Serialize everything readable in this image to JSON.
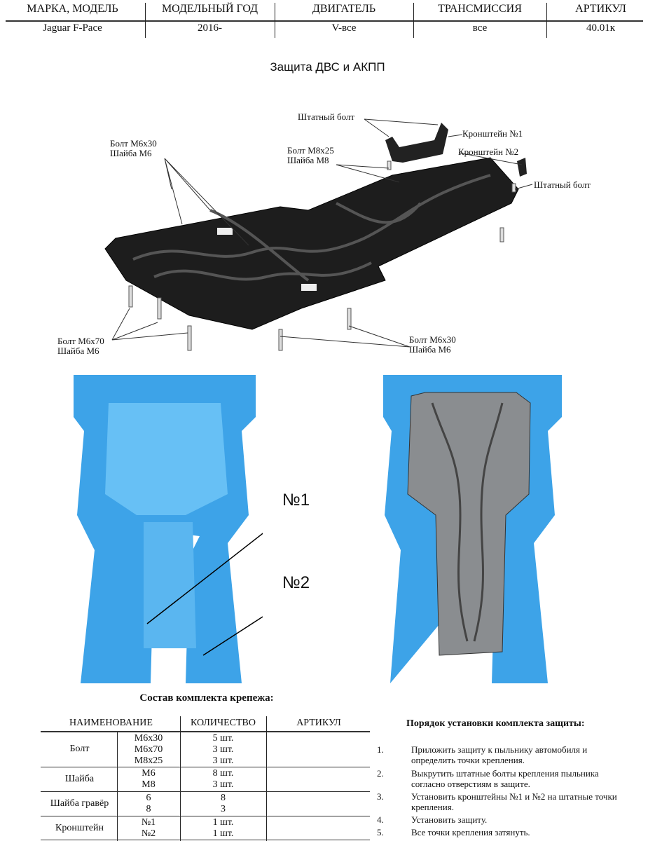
{
  "spec_table": {
    "headers": [
      "МАРКА, МОДЕЛЬ",
      "МОДЕЛЬНЫЙ ГОД",
      "ДВИГАТЕЛЬ",
      "ТРАНСМИССИЯ",
      "АРТИКУЛ"
    ],
    "values": [
      "Jaguar F-Pace",
      "2016-",
      "V-все",
      "все",
      "40.01к"
    ]
  },
  "title": "Защита ДВС и АКПП",
  "diagram_labels": {
    "stock_bolt_top": "Штатный болт",
    "bracket1": "Кронштейн №1",
    "bracket2": "Кронштейн №2",
    "stock_bolt_right": "Штатный болт",
    "bolt_m6x30_top": "Болт М6х30",
    "washer_m6_top": "Шайба М6",
    "bolt_m8x25": "Болт М8х25",
    "washer_m8": "Шайба М8",
    "bolt_m6x70": "Болт М6х70",
    "washer_m6_left": "Шайба М6",
    "bolt_m6x30_bottom": "Болт М6х30",
    "washer_m6_bottom": "Шайба М6"
  },
  "photo_labels": {
    "n1": "№1",
    "n2": "№2"
  },
  "fasteners": {
    "title": "Состав комплекта крепежа:",
    "headers": [
      "НАИМЕНОВАНИЕ",
      "КОЛИЧЕСТВО",
      "АРТИКУЛ"
    ],
    "groups": [
      {
        "name": "Болт",
        "sizes": [
          "М6х30",
          "М6х70",
          "М8х25"
        ],
        "qty": [
          "5 шт.",
          "3 шт.",
          "3 шт."
        ]
      },
      {
        "name": "Шайба",
        "sizes": [
          "М6",
          "М8"
        ],
        "qty": [
          "8 шт.",
          "3 шт."
        ]
      },
      {
        "name": "Шайба гравёр",
        "sizes": [
          "6",
          "8"
        ],
        "qty": [
          "8",
          "3"
        ]
      },
      {
        "name": "Кронштейн",
        "sizes": [
          "№1",
          "№2"
        ],
        "qty": [
          "1 шт.",
          "1 шт."
        ]
      }
    ]
  },
  "install": {
    "title": "Порядок установки комплекта защиты:",
    "steps": [
      {
        "n": "1.",
        "text": "Приложить защиту к пыльнику автомобиля и определить точки крепления."
      },
      {
        "n": "2.",
        "text": "Выкрутить штатные болты крепления пыльника согласно отверстиям в защите."
      },
      {
        "n": "3.",
        "text": "Установить кронштейны №1 и №2 на штатные точки крепления."
      },
      {
        "n": "4.",
        "text": "Установить защиту."
      },
      {
        "n": "5.",
        "text": "Все точки крепления затянуть."
      }
    ]
  }
}
